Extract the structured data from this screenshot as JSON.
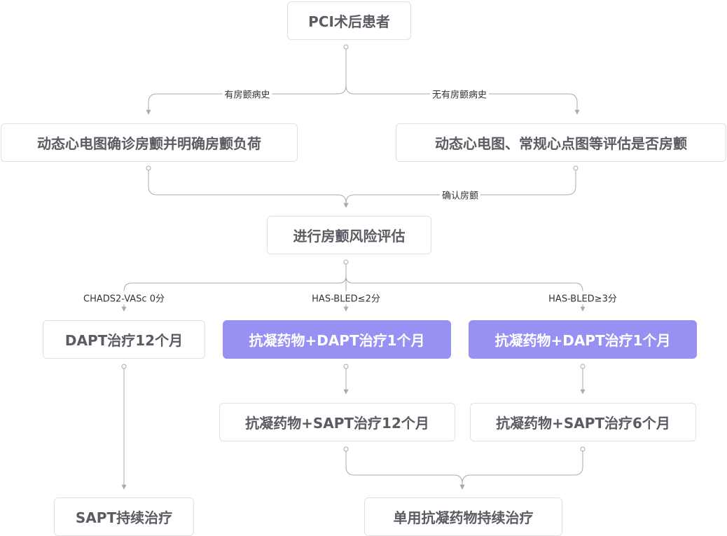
{
  "nodes": {
    "start": "PCI术后患者",
    "af_confirm": "动态心电图确诊房颤并明确房颤负荷",
    "af_eval": "动态心电图、常规心点图等评估是否房颤",
    "risk": "进行房颤风险评估",
    "dapt12": "DAPT治疗12个月",
    "anti_dapt1_mid": "抗凝药物+DAPT治疗1个月",
    "anti_dapt1_right": "抗凝药物+DAPT治疗1个月",
    "anti_sapt12": "抗凝药物+SAPT治疗12个月",
    "anti_sapt6": "抗凝药物+SAPT治疗6个月",
    "sapt_cont": "SAPT持续治疗",
    "anti_cont": "单用抗凝药物持续治疗"
  },
  "edge_labels": {
    "has_af": "有房颤病史",
    "no_af": "无有房颤病史",
    "confirm_af": "确认房颤",
    "chads": "CHADS2-VASc 0分",
    "hasbled_low": "HAS-BLED≤2分",
    "hasbled_high": "HAS-BLED≥3分"
  },
  "colors": {
    "node_text": "#5b5b64",
    "node_border": "#e0e0e0",
    "highlight_fill": "#9691f3",
    "connector": "#a9a9b0"
  }
}
